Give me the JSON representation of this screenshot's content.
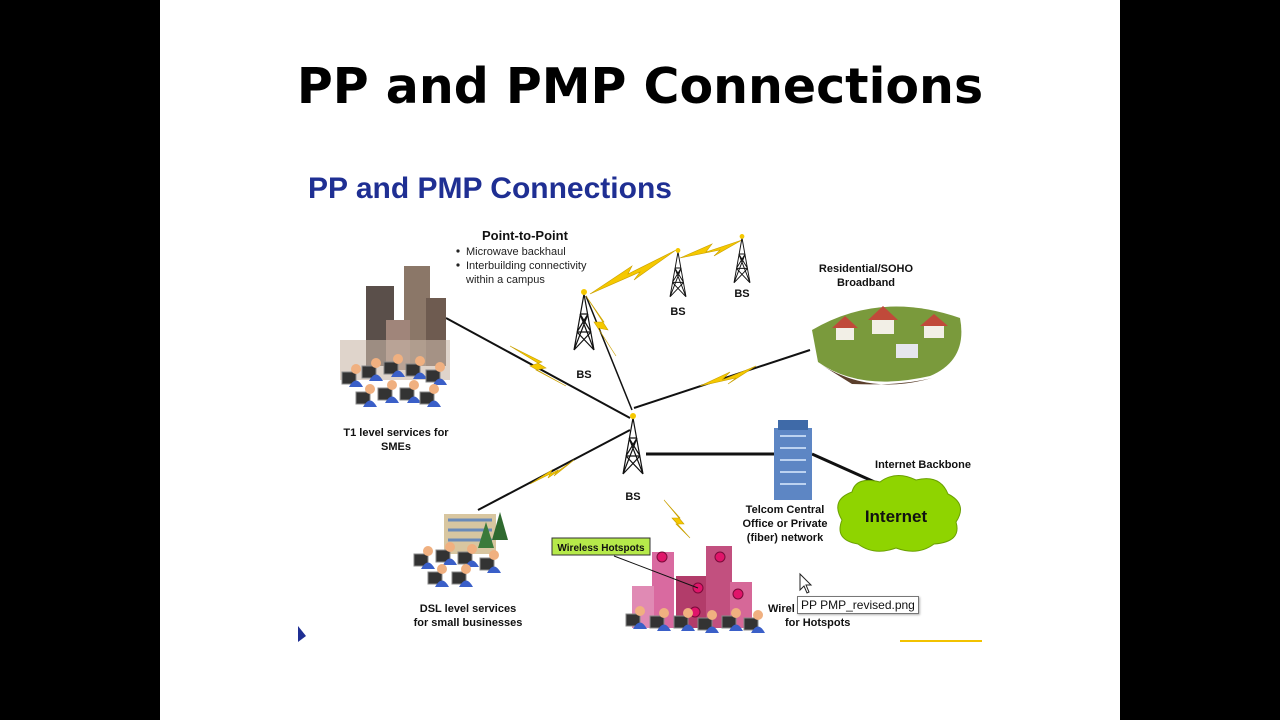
{
  "slide": {
    "title": "PP and PMP Connections",
    "subtitle": "PP and PMP Connections"
  },
  "diagram": {
    "point_to_point": {
      "heading": "Point-to-Point",
      "bullets": [
        "Microwave backhaul",
        "Interbuilding connectivity",
        "within a campus"
      ]
    },
    "base_station_label": "BS",
    "t1": [
      "T1 level services for",
      "SMEs"
    ],
    "residential": [
      "Residential/SOHO",
      "Broadband"
    ],
    "internet_backbone": "Internet Backbone",
    "internet": "Internet",
    "telcom": [
      "Telcom Central",
      "Office or Private",
      "(fiber) network"
    ],
    "dsl": [
      "DSL level services",
      "for small businesses"
    ],
    "wireless_hotspots": "Wireless Hotspots",
    "hotspots_caption": [
      "Wirel",
      "for Hotspots"
    ]
  },
  "tooltip": "PP PMP_revised.png",
  "colors": {
    "title_blue": "#1f2f93",
    "bolt_yellow": "#f5c800",
    "cloud_green": "#8fd400",
    "hotspot_box": "#b6ea4a",
    "hotspot_pin": "#e0156a",
    "accent_line": "#f2c200"
  }
}
